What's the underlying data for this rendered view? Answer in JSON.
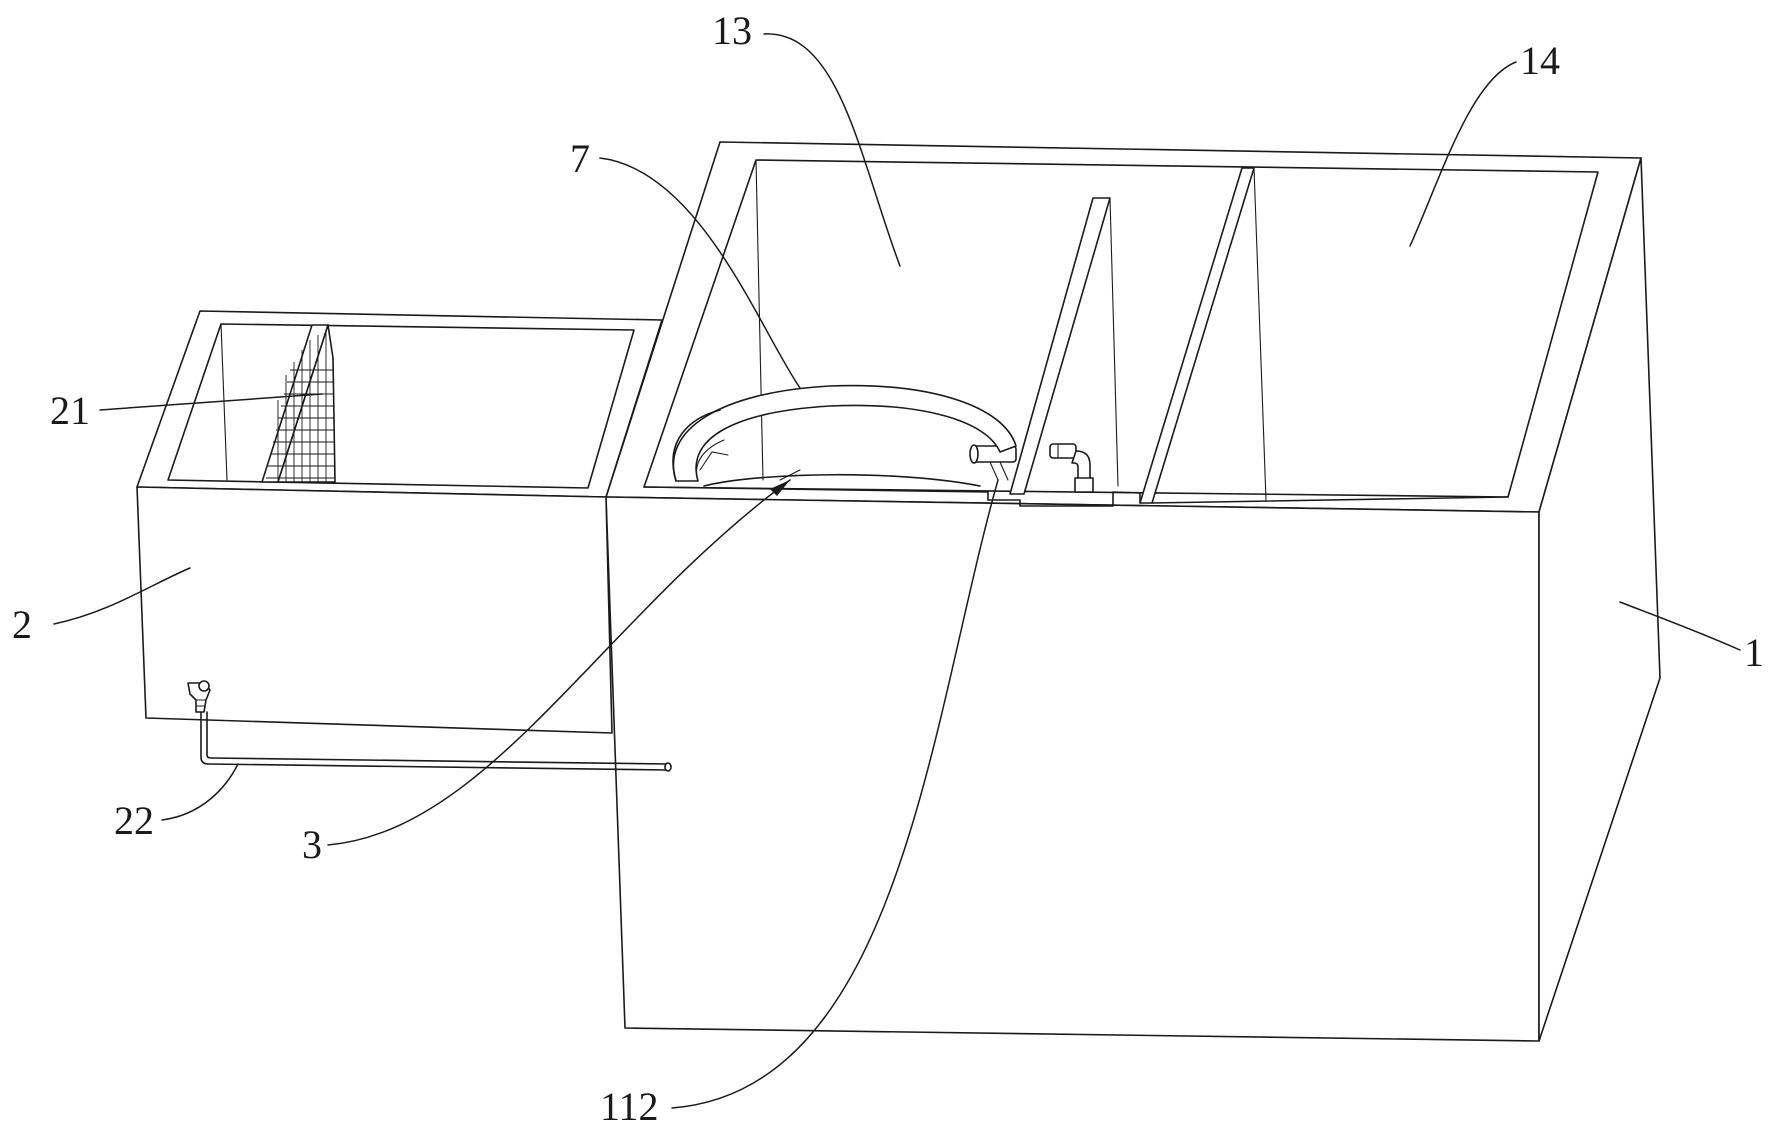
{
  "labels": {
    "l1": "1",
    "l2": "2",
    "l3": "3",
    "l7": "7",
    "l13": "13",
    "l14": "14",
    "l21": "21",
    "l22": "22",
    "l112": "112"
  },
  "colors": {
    "line": "#1a1a1a",
    "background": "#ffffff"
  }
}
